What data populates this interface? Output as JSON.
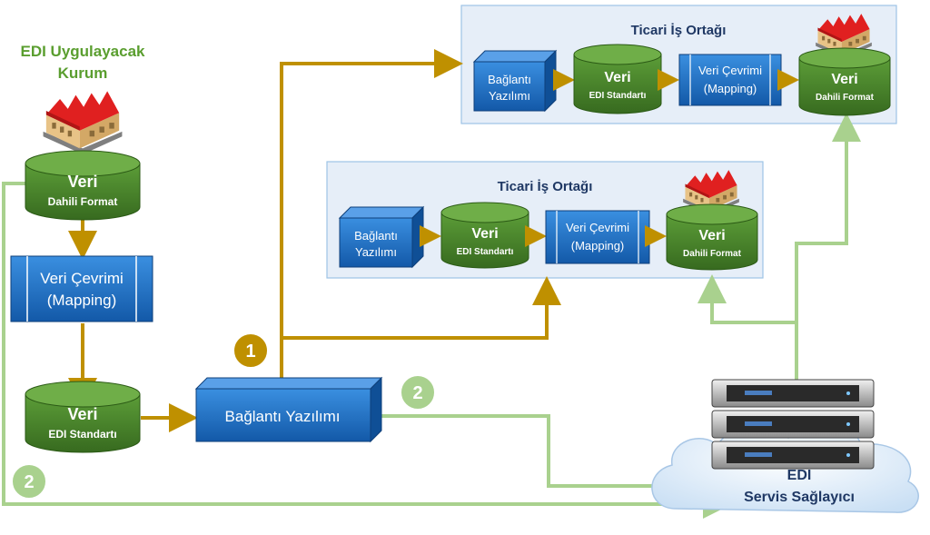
{
  "source": {
    "title_line1": "EDI Uygulayacak",
    "title_line2": "Kurum",
    "db_internal": {
      "main": "Veri",
      "sub": "Dahili Format"
    },
    "mapping": {
      "line1": "Veri Çevrimi",
      "line2": "(Mapping)"
    },
    "db_standard": {
      "main": "Veri",
      "sub": "EDI Standartı"
    }
  },
  "connector": {
    "label": "Bağlantı Yazılımı"
  },
  "partners": [
    {
      "title": "Ticari İş Ortağı",
      "connector": {
        "line1": "Bağlantı",
        "line2": "Yazılımı"
      },
      "db_standard": {
        "main": "Veri",
        "sub": "EDI Standartı"
      },
      "mapping": {
        "line1": "Veri Çevrimi",
        "line2": "(Mapping)"
      },
      "db_internal": {
        "main": "Veri",
        "sub": "Dahili Format"
      }
    },
    {
      "title": "Ticari İş Ortağı",
      "connector": {
        "line1": "Bağlantı",
        "line2": "Yazılımı"
      },
      "db_standard": {
        "main": "Veri",
        "sub": "EDI Standartı"
      },
      "mapping": {
        "line1": "Veri Çevrimi",
        "line2": "(Mapping)"
      },
      "db_internal": {
        "main": "Veri",
        "sub": "Dahili Format"
      }
    }
  ],
  "badges": {
    "path1": "1",
    "path2_top": "2",
    "path2_left": "2"
  },
  "provider": {
    "line1": "EDI",
    "line2": "Servis Sağlayıcı"
  },
  "colors": {
    "title_green": "#5a9e2f",
    "partner_title": "#1f3864",
    "cyl_green": "#4d8a2e",
    "box_blue": "#1f6fc5",
    "path1": "#bf9000",
    "path2": "#a9d18e",
    "panel_bg": "#e6eef8",
    "panel_border": "#9dc3e6"
  }
}
